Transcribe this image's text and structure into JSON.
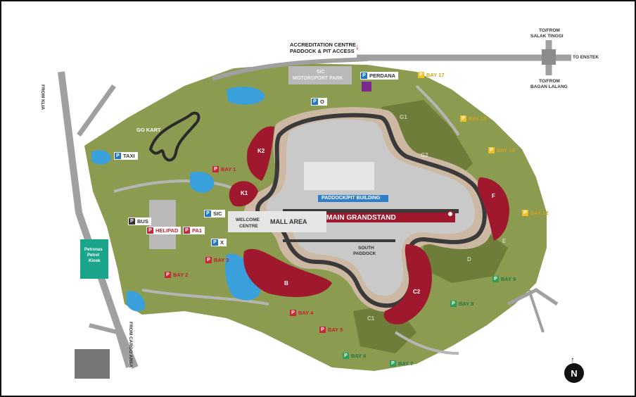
{
  "map": {
    "access_title_line1": "ACCREDITATION CENTRE",
    "access_title_line2": "PADDOCK & PIT ACCESS",
    "roads": {
      "salak_line1": "TO/FROM",
      "salak_line2": "SALAK TINGGI",
      "enstek": "TO ENSTEK",
      "bagan_line1": "TO/FROM",
      "bagan_line2": "BAGAN LALANG",
      "from_klia": "FROM KLIA",
      "from_cargo": "FROM CARGO AREA"
    },
    "places": {
      "motorsport_park_line1": "SIC",
      "motorsport_park_line2": "MOTORSPORT PARK",
      "go_kart": "GO KART",
      "paddock_pit": "PADDOCK/PIT BUILDING",
      "mall_area": "MALL AREA",
      "main_grandstand": "MAIN GRANDSTAND",
      "welcome_line1": "WELCOME",
      "welcome_line2": "CENTRE",
      "south_line1": "SOUTH",
      "south_line2": "PADDOCK",
      "petronas_line1": "Petronas",
      "petronas_line2": "Petrol",
      "petronas_line3": "Kiosk",
      "north": "N"
    },
    "zones": {
      "k1": "K1",
      "k2": "K2",
      "b": "B",
      "c2": "C2",
      "f": "F",
      "g1": "G1",
      "g2": "G2",
      "c1": "C1",
      "d": "D",
      "e": "E"
    },
    "parking": {
      "perdana": "PERDANA",
      "o": "O",
      "taxi": "TAXI",
      "bus": "BUS",
      "helipad": "HELIPAD",
      "sic": "SIC",
      "x": "X",
      "pa1": "PA1"
    },
    "bays": {
      "bay1": "BAY 1",
      "bay2": "BAY 2",
      "bay3": "BAY 3",
      "bay4": "BAY 4",
      "bay5": "BAY 5",
      "bay6": "BAY 6",
      "bay7": "BAY 7",
      "bay8": "BAY 8",
      "bay9": "BAY 9",
      "bay12": "BAY 12",
      "bay14": "BAY 14",
      "bay15": "BAY 15",
      "bay17": "BAY 17"
    },
    "badge_letter": "P",
    "colors": {
      "grass": "#8b9b50",
      "grass_dark": "#6f7d3a",
      "road": "#a0a0a0",
      "grandstand": "#a0182e",
      "runoff": "#cdb9a3",
      "infield": "#c9c9c9",
      "track": "#3a3a3a",
      "water": "#3aa0dc",
      "kiosk": "#1aa58a"
    }
  }
}
